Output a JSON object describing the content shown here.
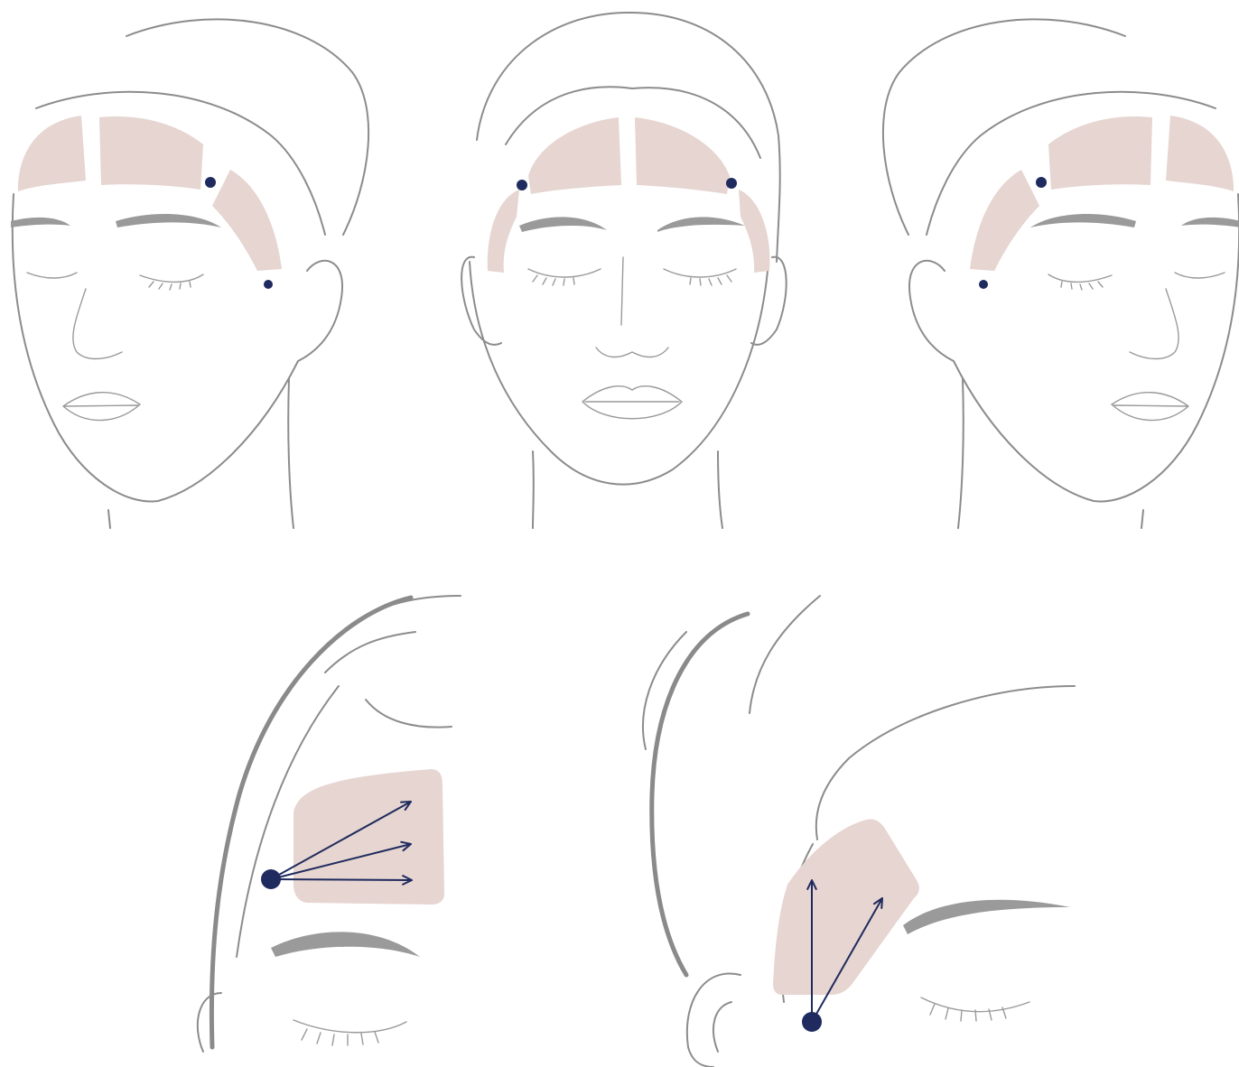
{
  "colors": {
    "zone": "#e6d5d0",
    "point": "#1f2a5e",
    "line": "#8c8c8c",
    "background": "#ffffff"
  },
  "views": [
    {
      "id": "face-three-quarter-left",
      "injection_points": 2,
      "zones": 3
    },
    {
      "id": "face-front",
      "injection_points": 2,
      "zones": 4
    },
    {
      "id": "face-three-quarter-right",
      "injection_points": 2,
      "zones": 3
    },
    {
      "id": "forehead-closeup-fan",
      "injection_points": 1,
      "vectors": 3
    },
    {
      "id": "temple-closeup-fan",
      "injection_points": 1,
      "vectors": 2
    }
  ]
}
